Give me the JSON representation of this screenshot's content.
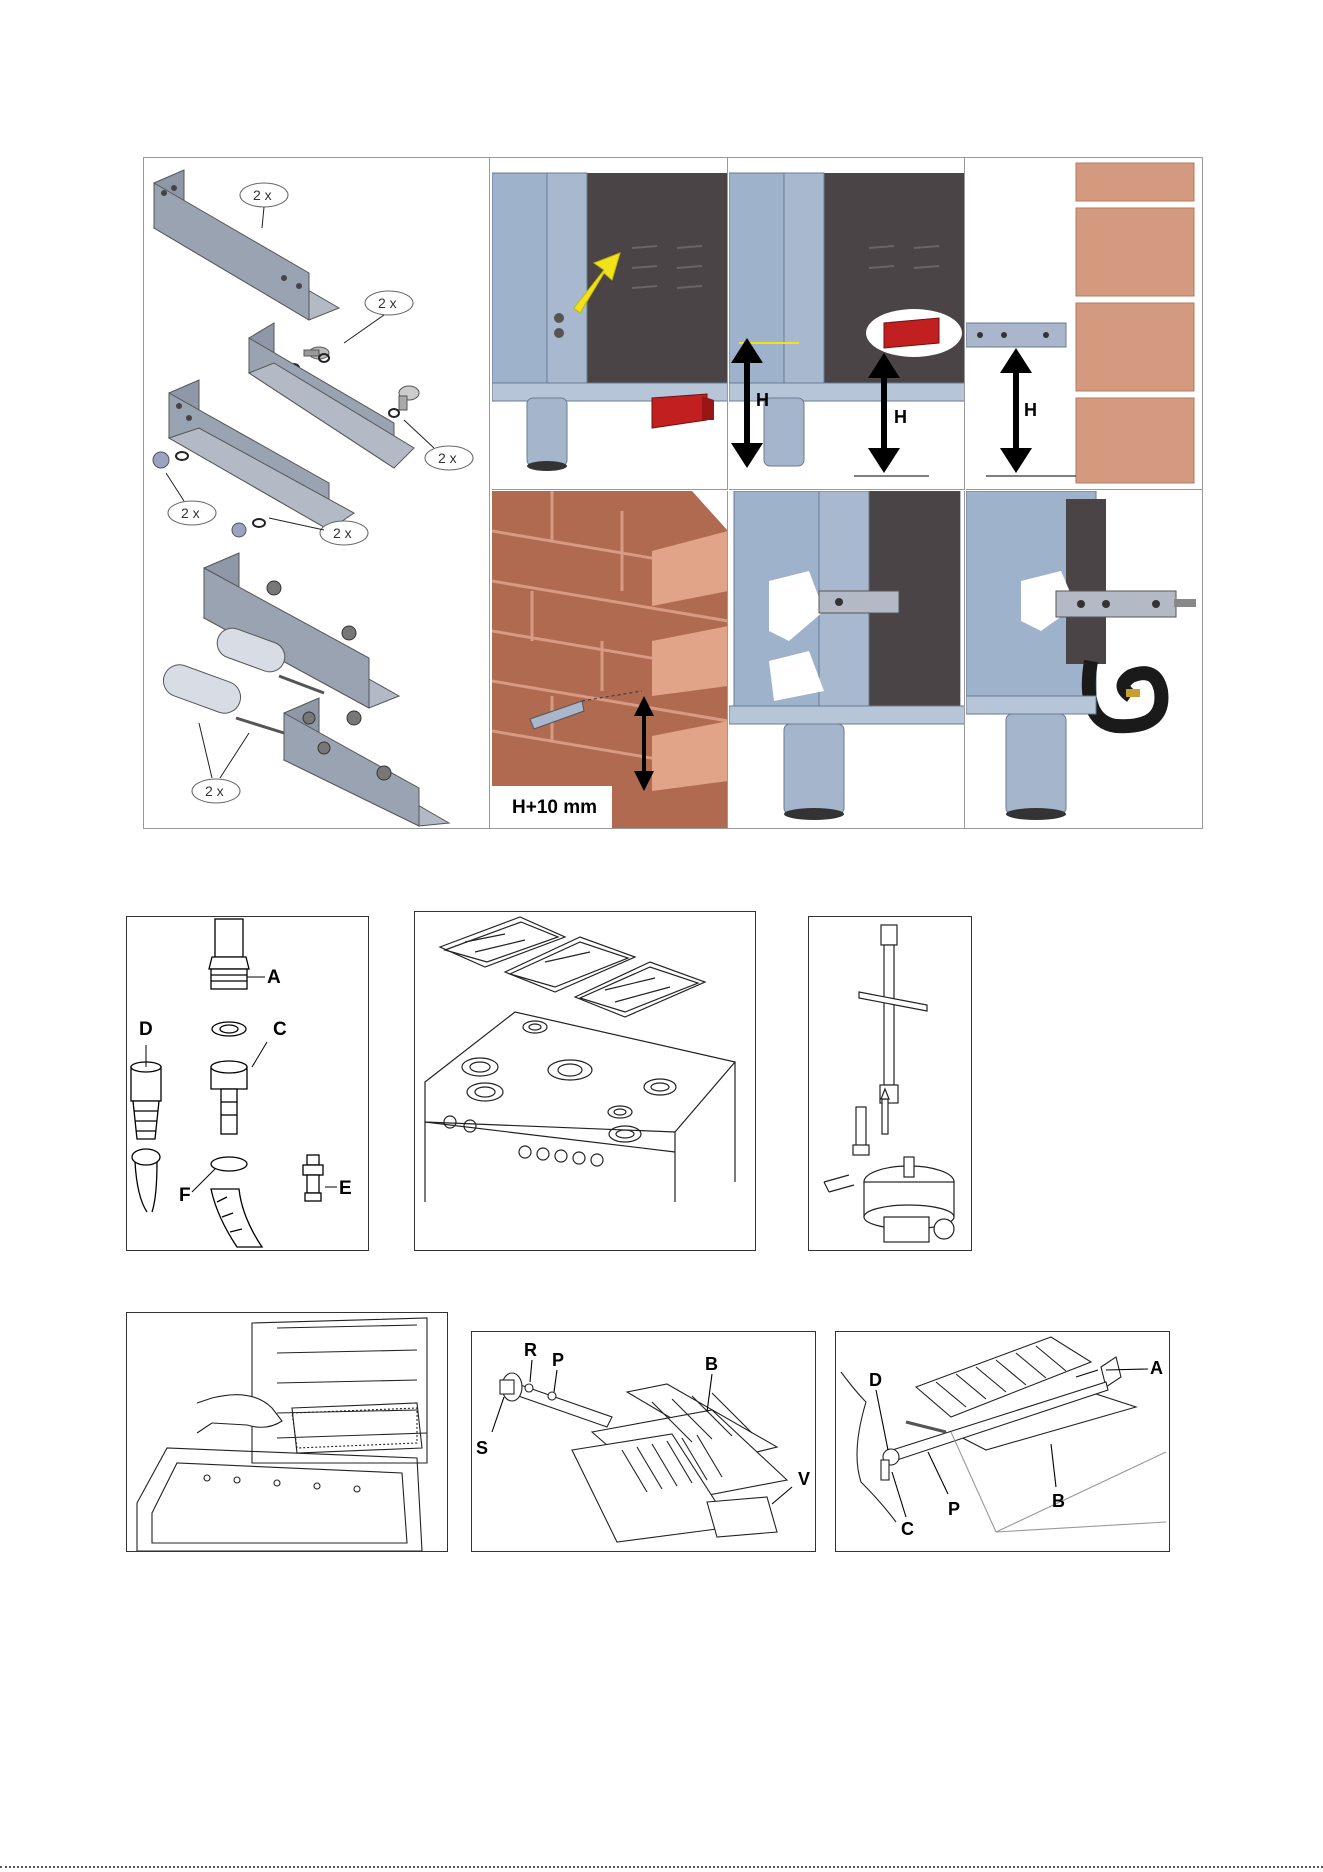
{
  "top": {
    "counts": [
      "2 x",
      "2 x",
      "2 x",
      "2 x",
      "2 x",
      "2 x"
    ],
    "height_label": "H",
    "wall_height_label": "H+10 mm"
  },
  "fig2": {
    "labels": {
      "a": "A",
      "c": "C",
      "d": "D",
      "e": "E",
      "f": "F"
    }
  },
  "fig5": {
    "labels": {
      "r": "R",
      "p": "P",
      "b": "B",
      "s": "S",
      "v": "V"
    }
  },
  "fig6": {
    "labels": {
      "d": "D",
      "a": "A",
      "c": "C",
      "p": "P",
      "b": "B"
    }
  },
  "colors": {
    "bracket": "#8f98a8",
    "oven_body": "#9fb2cc",
    "oven_dark": "#4a4446",
    "brick": "#d49a80",
    "brick_dark": "#a8644a",
    "red_part": "#c22020",
    "arrow_yellow": "#f2e21a"
  }
}
